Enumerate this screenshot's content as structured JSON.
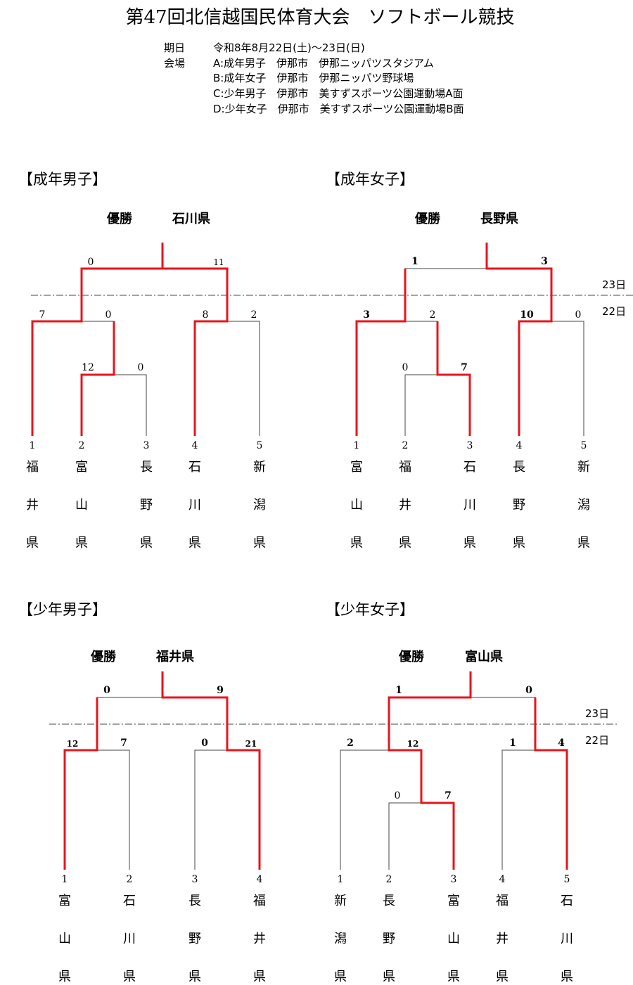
{
  "title": "第47回北信越国民体育大会　ソフトボール競技",
  "info": {
    "date_label": "期日",
    "date_value": "令和8年8月22日(土)〜23日(日)",
    "venue_label": "会場",
    "venues": [
      "A:成年男子　伊那市　伊那ニッパツスタジアム",
      "B:成年女子　伊那市　伊那ニッパツ野球場",
      "C:少年男子　伊那市　美すずスポーツ公園運動場A面",
      "D:少年女子　伊那市　美すずスポーツ公園運動場B面"
    ]
  },
  "day_labels": [
    "23日",
    "22日"
  ],
  "brackets": [
    {
      "heading": "【成年男子】",
      "champion_label": "優勝",
      "champion": "石川県",
      "teams": [
        {
          "seed": "1",
          "chars": [
            "福",
            "井",
            "県"
          ]
        },
        {
          "seed": "2",
          "chars": [
            "富",
            "山",
            "県"
          ]
        },
        {
          "seed": "3",
          "chars": [
            "長",
            "野",
            "県"
          ]
        },
        {
          "seed": "4",
          "chars": [
            "石",
            "川",
            "県"
          ]
        },
        {
          "seed": "5",
          "chars": [
            "新",
            "潟",
            "県"
          ]
        }
      ],
      "scores": [
        "0",
        "11",
        "7",
        "0",
        "8",
        "2",
        "12",
        "0"
      ]
    },
    {
      "heading": "【成年女子】",
      "champion_label": "優勝",
      "champion": "長野県",
      "teams": [
        {
          "seed": "1",
          "chars": [
            "富",
            "山",
            "県"
          ]
        },
        {
          "seed": "2",
          "chars": [
            "福",
            "井",
            "県"
          ]
        },
        {
          "seed": "3",
          "chars": [
            "石",
            "川",
            "県"
          ]
        },
        {
          "seed": "4",
          "chars": [
            "長",
            "野",
            "県"
          ]
        },
        {
          "seed": "5",
          "chars": [
            "新",
            "潟",
            "県"
          ]
        }
      ],
      "scores": [
        "1",
        "3",
        "3",
        "2",
        "10",
        "0",
        "0",
        "7"
      ]
    },
    {
      "heading": "【少年男子】",
      "champion_label": "優勝",
      "champion": "福井県",
      "teams": [
        {
          "seed": "1",
          "chars": [
            "富",
            "山",
            "県"
          ]
        },
        {
          "seed": "2",
          "chars": [
            "石",
            "川",
            "県"
          ]
        },
        {
          "seed": "3",
          "chars": [
            "長",
            "野",
            "県"
          ]
        },
        {
          "seed": "4",
          "chars": [
            "福",
            "井",
            "県"
          ]
        }
      ],
      "scores": [
        "0",
        "9",
        "12",
        "7",
        "0",
        "21"
      ]
    },
    {
      "heading": "【少年女子】",
      "champion_label": "優勝",
      "champion": "富山県",
      "teams": [
        {
          "seed": "1",
          "chars": [
            "新",
            "潟",
            "県"
          ]
        },
        {
          "seed": "2",
          "chars": [
            "長",
            "野",
            "県"
          ]
        },
        {
          "seed": "3",
          "chars": [
            "富",
            "山",
            "県"
          ]
        },
        {
          "seed": "4",
          "chars": [
            "福",
            "井",
            "県"
          ]
        },
        {
          "seed": "5",
          "chars": [
            "石",
            "川",
            "県"
          ]
        }
      ],
      "scores": [
        "1",
        "0",
        "2",
        "12",
        "1",
        "4",
        "0",
        "7"
      ]
    }
  ],
  "colors": {
    "winner_line": "#e8141b",
    "line": "#444444"
  }
}
